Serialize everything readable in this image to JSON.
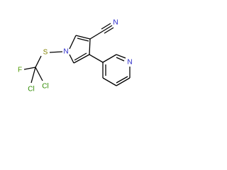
{
  "molecule": {
    "atoms": [
      {
        "id": "n1",
        "symbol": "N",
        "color": "#2424c8"
      },
      {
        "id": "s1",
        "symbol": "S",
        "color": "#808000"
      },
      {
        "id": "f1",
        "symbol": "F",
        "color": "#4d9900"
      },
      {
        "id": "cl1",
        "symbol": "Cl",
        "color": "#2e8b00"
      },
      {
        "id": "cl2",
        "symbol": "Cl",
        "color": "#2e8b00"
      },
      {
        "id": "n_nitrile",
        "symbol": "N",
        "color": "#2424c8"
      },
      {
        "id": "n_pyridine",
        "symbol": "N",
        "color": "#2424c8"
      }
    ],
    "bond_color": "#000000"
  }
}
